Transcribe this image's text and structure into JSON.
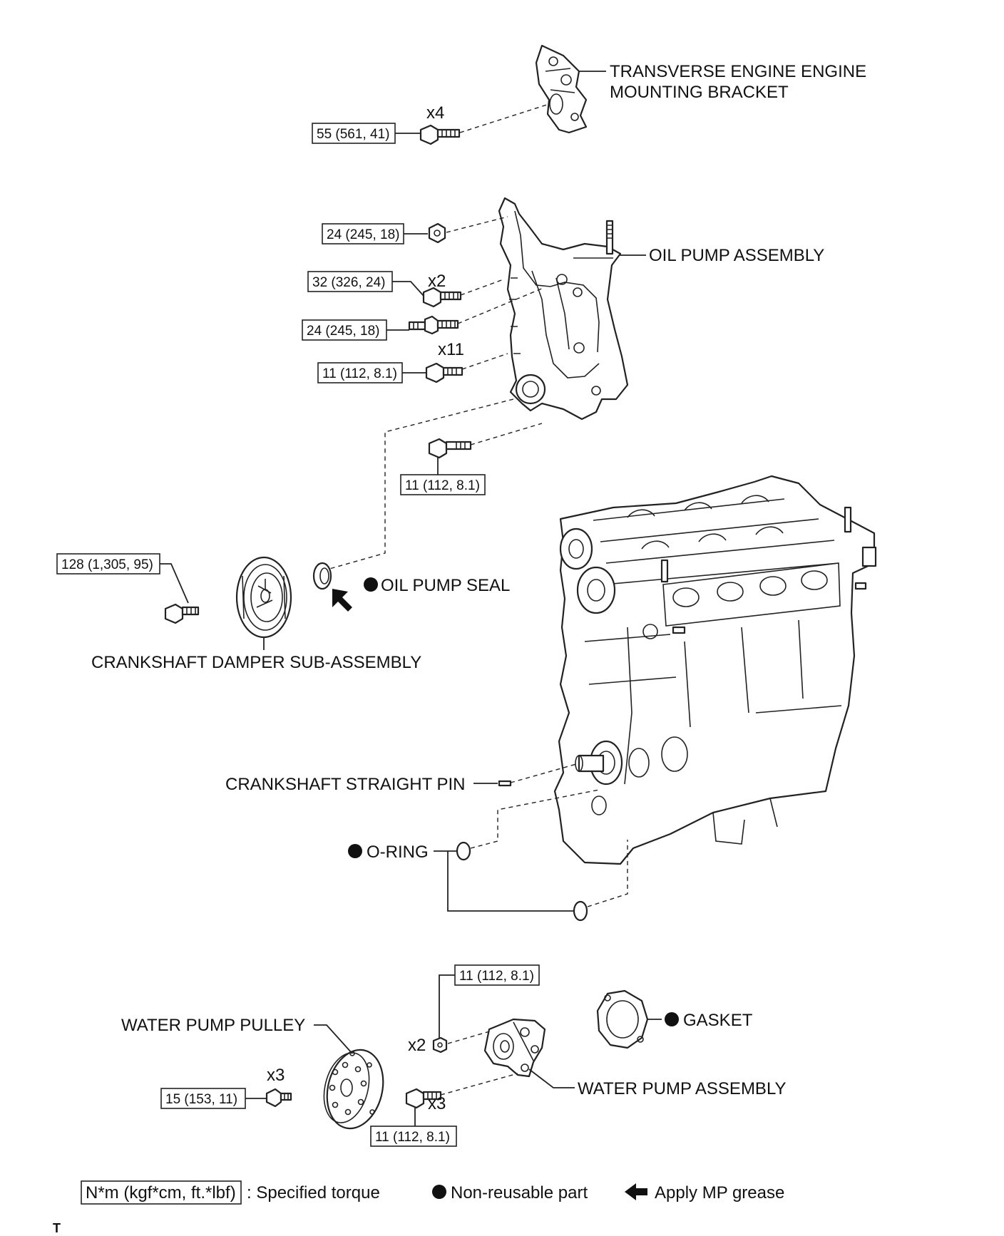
{
  "labels": {
    "bracket_l1": "TRANSVERSE ENGINE ENGINE",
    "bracket_l2": "MOUNTING BRACKET",
    "oil_pump_assembly": "OIL PUMP ASSEMBLY",
    "oil_pump_seal": "OIL PUMP SEAL",
    "crankshaft_damper": "CRANKSHAFT DAMPER SUB-ASSEMBLY",
    "crankshaft_pin": "CRANKSHAFT STRAIGHT PIN",
    "o_ring": "O-RING",
    "water_pump_pulley": "WATER PUMP PULLEY",
    "gasket": "GASKET",
    "water_pump_assembly": "WATER PUMP ASSEMBLY"
  },
  "torques": {
    "bracket": "55 (561, 41)",
    "oil_nut": "24 (245, 18)",
    "oil_bolt_x2": "32 (326, 24)",
    "oil_stud": "24 (245, 18)",
    "oil_bolt_x11": "11 (112, 8.1)",
    "oil_bolt_long": "11 (112, 8.1)",
    "damper_bolt": "128 (1,305, 95)",
    "wp_upper": "11 (112, 8.1)",
    "wp_pulley": "15 (153, 11)",
    "wp_lower": "11 (112, 8.1)"
  },
  "counts": {
    "bracket": "x4",
    "oil_x2": "x2",
    "oil_x11": "x11",
    "wp_upper": "x2",
    "wp_pulley": "x3",
    "wp_lower": "x3"
  },
  "legend": {
    "torque_box": "N*m (kgf*cm, ft.*lbf)",
    "torque_text": ": Specified torque",
    "nonreusable_text": "Non-reusable part",
    "grease_text": "Apply MP grease"
  },
  "corner_mark": "T",
  "colors": {
    "ink": "#222222",
    "background": "#ffffff"
  }
}
